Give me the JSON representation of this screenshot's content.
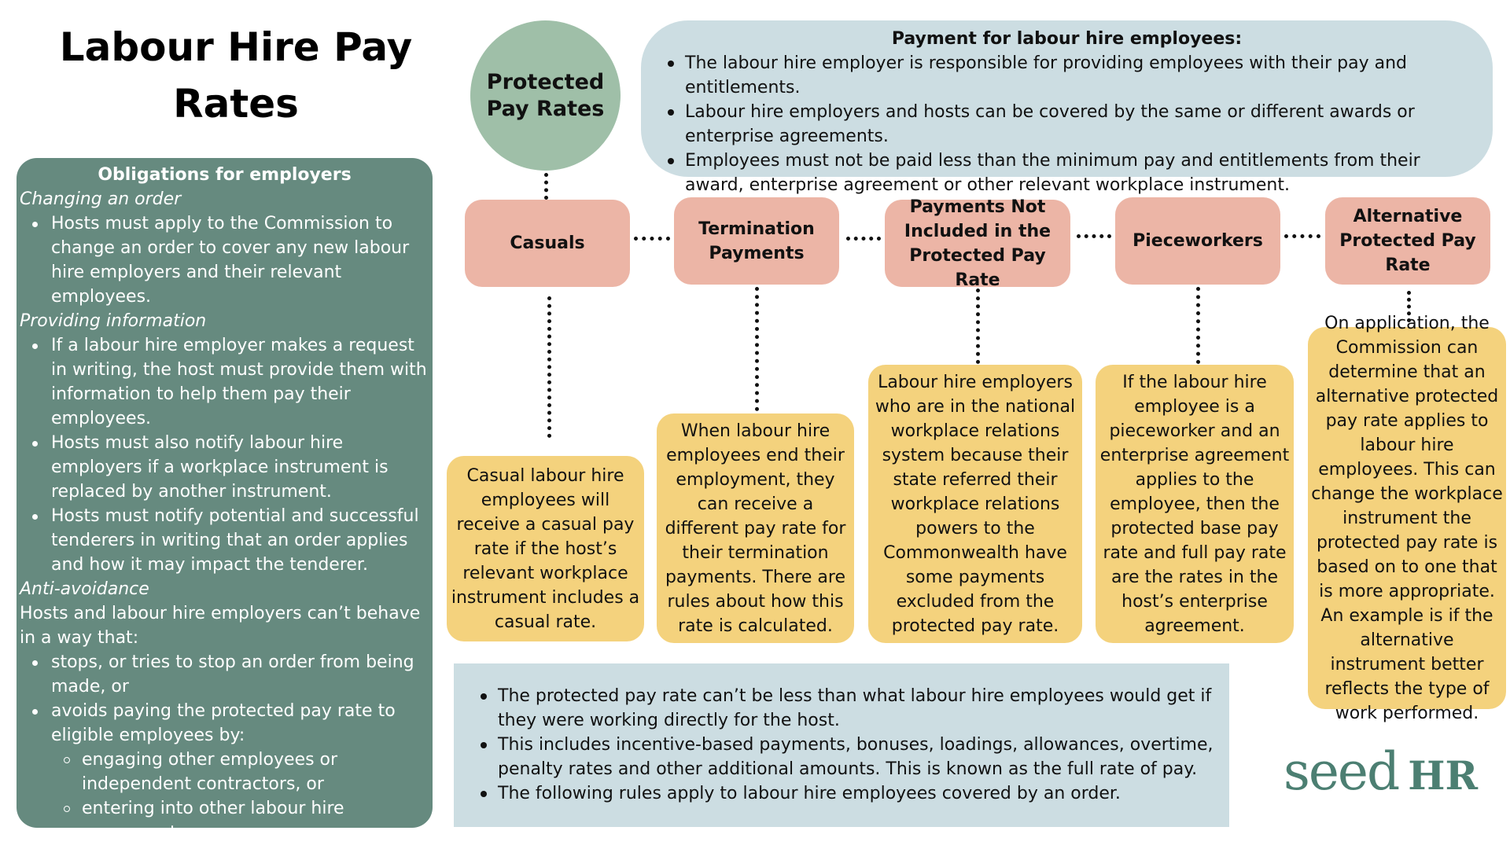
{
  "title": "Labour Hire Pay Rates",
  "obligations": {
    "title": "Obligations for employers",
    "changing_order": {
      "heading": "Changing an order",
      "items": [
        "Hosts must apply to the Commission to change an order to cover any new labour hire employers and their relevant employees."
      ]
    },
    "providing_info": {
      "heading": "Providing information",
      "items": [
        "If a labour hire employer makes a request in writing, the host must provide them with information to help them pay their employees.",
        "Hosts must also notify labour hire employers if a workplace instrument is replaced by another instrument.",
        "Hosts must notify potential and successful tenderers in writing that an order applies and how it may impact the tenderer."
      ]
    },
    "anti_avoidance": {
      "heading": "Anti-avoidance",
      "intro": "Hosts and labour hire employers can’t behave in a way that:",
      "items": [
        "stops, or tries to stop an order from being made, or",
        "avoids paying the protected pay rate to eligible employees by:"
      ],
      "sub_items": [
        "engaging other employees or independent contractors, or",
        "entering into other labour hire agreements."
      ]
    }
  },
  "protected_pay_rates": "Protected Pay Rates",
  "payment": {
    "title": "Payment for labour hire employees:",
    "items": [
      "The labour hire employer is responsible for providing employees with their pay and entitlements.",
      "Labour hire employers and hosts can be covered by the same or different awards or enterprise agreements.",
      "Employees must not be paid less than the minimum pay and entitlements from their award, enterprise agreement or other relevant workplace instrument."
    ]
  },
  "categories": [
    {
      "label": "Casuals",
      "description": "Casual labour hire employees will receive a casual pay rate if the host’s relevant workplace instrument includes a casual rate."
    },
    {
      "label": "Termination Payments",
      "description": "When labour hire employees end their employment, they can receive a different pay rate for their termination payments. There are rules about how this rate is calculated."
    },
    {
      "label": "Payments Not Included in the Protected Pay Rate",
      "description": "Labour hire employers who are in the national workplace relations system because their state referred their workplace relations powers to the Commonwealth have some payments excluded from the protected pay rate."
    },
    {
      "label": "Pieceworkers",
      "description": "If the labour hire employee is a pieceworker and an enterprise agreement applies to the employee, then the protected base pay rate and full pay rate are the rates in the host’s enterprise agreement."
    },
    {
      "label": "Alternative Protected Pay Rate",
      "description": "On application, the Commission can determine that an alternative protected pay rate applies to labour hire employees. This can change the workplace instrument the protected pay rate is based on to one that is more appropriate. An example is if the alternative instrument better reflects the type of work performed."
    }
  ],
  "rules": {
    "items": [
      "The protected pay rate can’t be less than what labour hire employees would get if they were working directly for the host.",
      "This includes incentive-based payments, bonuses, loadings, allowances, overtime, penalty rates and other additional amounts. This is known as the full rate of pay.",
      "The following rules apply to labour hire employees covered by an order."
    ]
  },
  "logo": {
    "brand": "seed",
    "suffix": "HR"
  },
  "colors": {
    "obligations_panel": "#668a7f",
    "circle": "#9fbfa8",
    "info_box": "#ccdde2",
    "category": "#ecb5a6",
    "description": "#f4d27d",
    "logo": "#4c7f72"
  }
}
